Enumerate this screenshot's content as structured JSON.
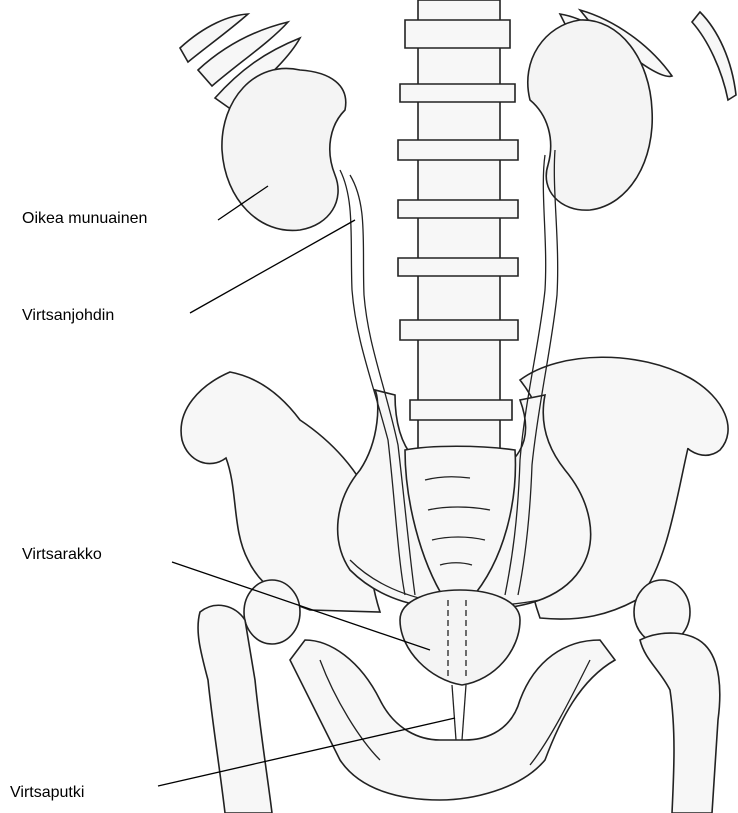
{
  "labels": {
    "kidney": "Oikea munuainen",
    "ureter": "Virtsanjohdin",
    "bladder": "Virtsarakko",
    "urethra": "Virtsaputki"
  },
  "colors": {
    "ink": "#222222",
    "fill": "#f6f6f6",
    "background": "#ffffff"
  }
}
